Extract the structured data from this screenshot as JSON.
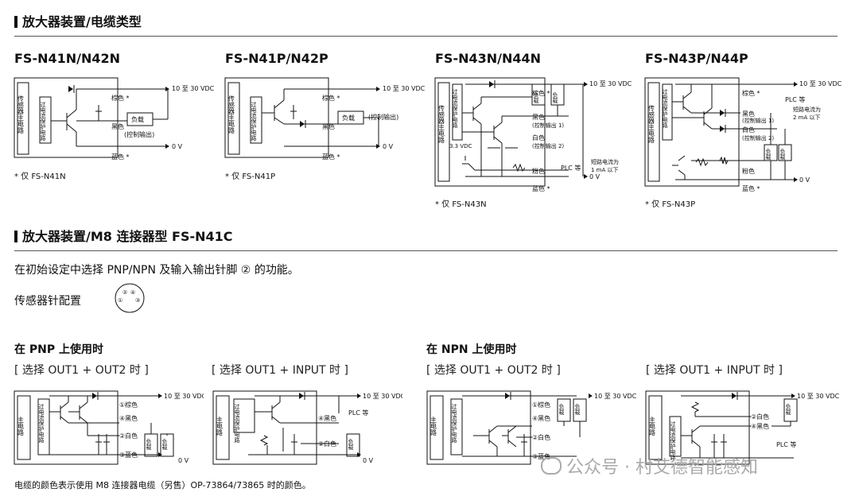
{
  "section1": {
    "title": "放大器装置/电缆类型"
  },
  "diagrams_top": [
    {
      "model": "FS-N41N/N42N",
      "note": "*  仅 FS-N41N",
      "labels": {
        "main": "传感器主电路",
        "prot": "过电流保护电路",
        "brown": "棕色 *",
        "black": "黑色",
        "ctrl": "(控制输出)",
        "blue": "蓝色 *",
        "load": "负载",
        "vdc": "10 至 30 VDC",
        "zero": "0 V"
      }
    },
    {
      "model": "FS-N41P/N42P",
      "note": "*  仅 FS-N41P",
      "labels": {
        "main": "传感器主电路",
        "prot": "过电流保护电路",
        "brown": "棕色 *",
        "black": "黑色",
        "ctrl": "(控制输出)",
        "blue": "蓝色 *",
        "load": "负载",
        "vdc": "10 至 30 VDC",
        "zero": "0 V"
      }
    },
    {
      "model": "FS-N43N/N44N",
      "note": "*  仅 FS-N43N",
      "labels": {
        "main": "传感器主电路",
        "prot": "过电流保护电路",
        "brown": "棕色 *",
        "black": "黑色",
        "ctrl1": "(控制输出 1)",
        "white": "白色",
        "ctrl2": "(控制输出 2)",
        "pink": "粉色",
        "blue": "蓝色 *",
        "load": "负载",
        "vdc": "10 至 30 VDC",
        "zero": "0 V",
        "v33": "3.3 VDC",
        "plc": "PLC 等",
        "short1": "短路电流为",
        "short2": "1 mA 以下"
      }
    },
    {
      "model": "FS-N43P/N44P",
      "note": "*  仅 FS-N43P",
      "labels": {
        "main": "传感器主电路",
        "prot": "过电流保护电路",
        "brown": "棕色 *",
        "black": "黑色",
        "ctrl1": "(控制输出 1)",
        "white": "白色",
        "ctrl2": "(控制输出 2)",
        "pink": "粉色",
        "blue": "蓝色 *",
        "load": "负载",
        "vdc": "10 至 30 VDC",
        "zero": "0 V",
        "plc": "PLC 等",
        "short1": "短路电流为",
        "short2": "2 mA 以下"
      }
    }
  ],
  "section2": {
    "title": "放大器装置/M8 连接器型 FS-N41C"
  },
  "intro": "在初始设定中选择 PNP/NPN 及输入输出针脚 ② 的功能。",
  "pin_config": {
    "label": "传感器针配置",
    "pins": [
      "②",
      "④",
      "①",
      "③"
    ]
  },
  "pnp": {
    "heading": "在 PNP 上使用时"
  },
  "npn": {
    "heading": "在 NPN 上使用时"
  },
  "brackets": [
    "[ 选择 OUT1 + OUT2 时 ]",
    "[ 选择 OUT1 + INPUT 时 ]",
    "[ 选择 OUT1 + OUT2 时 ]",
    "[ 选择 OUT1 + INPUT 时 ]"
  ],
  "bottom_labels": {
    "main": "主电路",
    "prot": "过电流保护电路",
    "load": "负载",
    "vdc": "10 至 30 VDC",
    "zero": "0 V",
    "plc": "PLC 等",
    "p1": "①棕色",
    "p4": "④黑色",
    "p2": "②白色",
    "p3": "③蓝色"
  },
  "footer": "电缆的颜色表示使用 M8 连接器电缆（另售）OP-73864/73865 时的颜色。",
  "watermark": "公众号 · 村艾德智能感知"
}
